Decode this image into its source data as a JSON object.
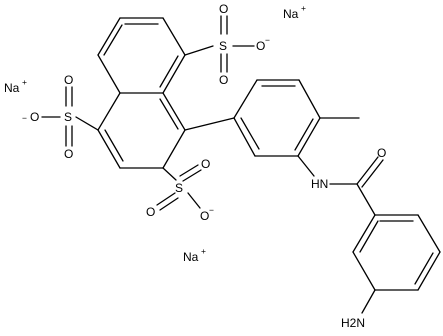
{
  "ions": {
    "na_top_right": {
      "symbol": "Na",
      "charge": "+"
    },
    "na_left": {
      "symbol": "Na",
      "charge": "+"
    },
    "na_bottom": {
      "symbol": "Na",
      "charge": "+"
    }
  },
  "groups": {
    "so3_top": {
      "s": "S",
      "o_up": "O",
      "o_down": "O",
      "o_minus": "O",
      "charge": "−"
    },
    "so3_left": {
      "s": "S",
      "o_up": "O",
      "o_down": "O",
      "o_minus": "O",
      "charge": "−"
    },
    "so3_mid": {
      "s": "S",
      "o_up": "O",
      "o_right": "O",
      "o_minus": "O",
      "charge": "−"
    },
    "amide": {
      "nh": "HN",
      "o": "O"
    },
    "amine": {
      "label": "H2N"
    }
  }
}
